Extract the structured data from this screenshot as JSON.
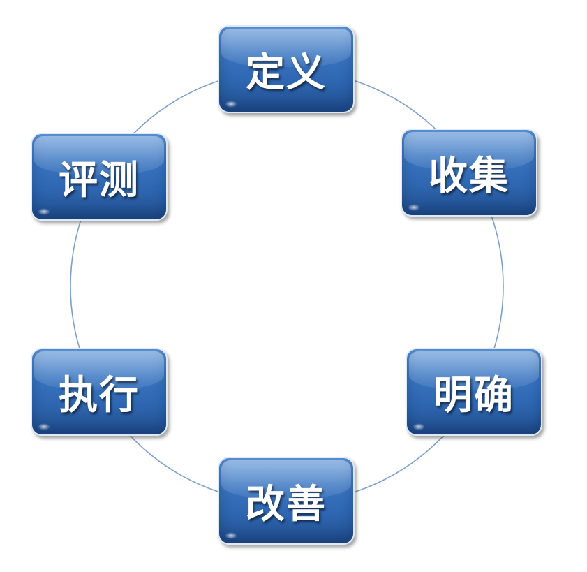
{
  "diagram": {
    "type": "cycle",
    "ring_color": "#7f9fc8",
    "box_color": "#2e66b0",
    "steps": [
      {
        "id": "define",
        "label": "定义"
      },
      {
        "id": "collect",
        "label": "收集"
      },
      {
        "id": "clarify",
        "label": "明确"
      },
      {
        "id": "improve",
        "label": "改善"
      },
      {
        "id": "execute",
        "label": "执行"
      },
      {
        "id": "evaluate",
        "label": "评测"
      }
    ]
  }
}
